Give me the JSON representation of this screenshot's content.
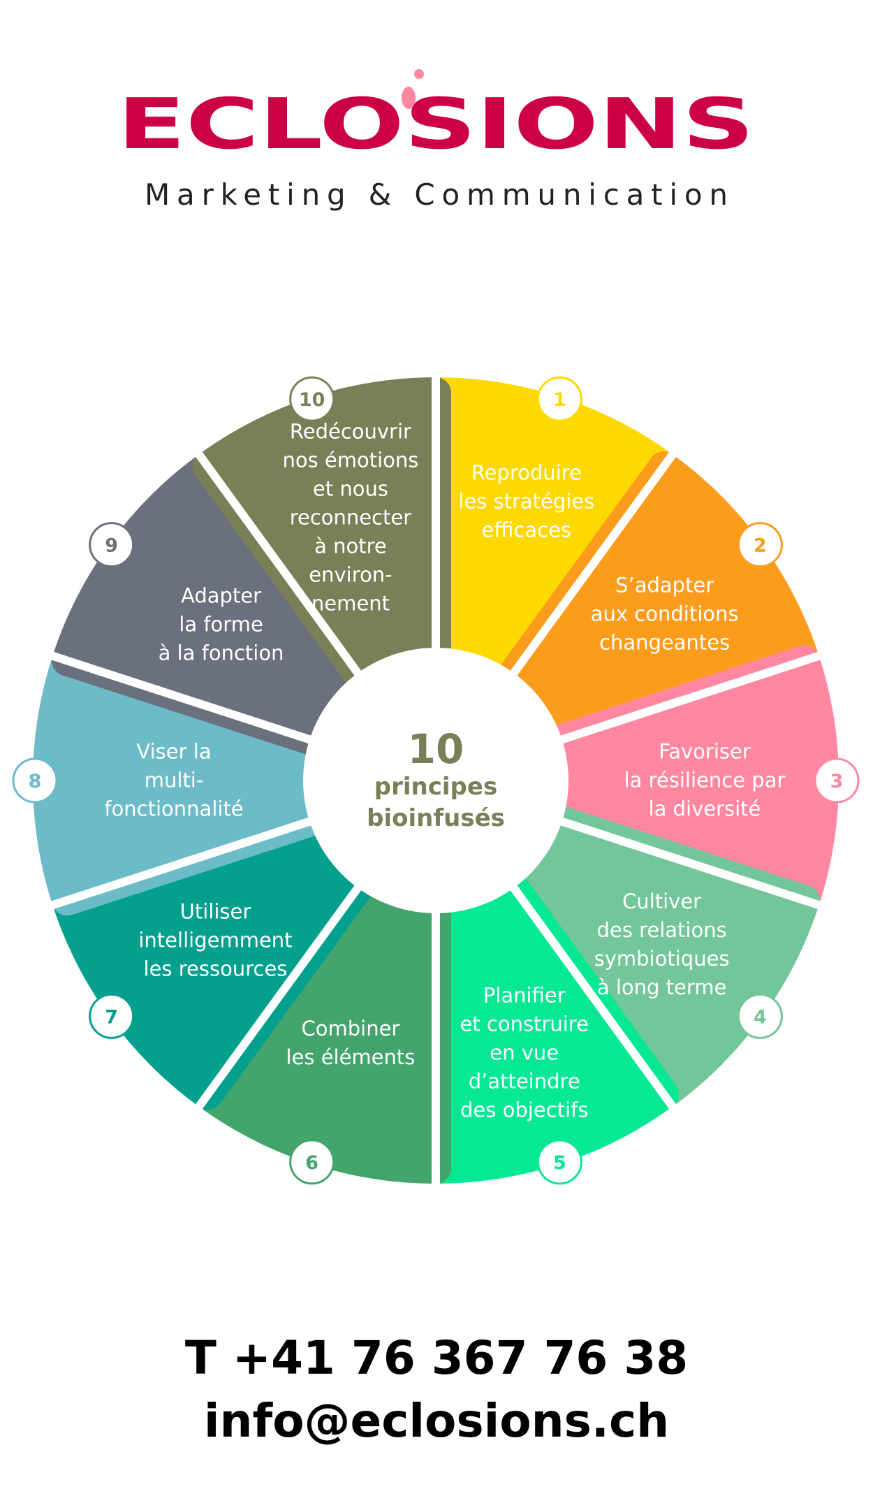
{
  "header": {
    "brand": "ECLOSIONS",
    "tagline": "Marketing & Communication",
    "brand_color": "#CC0044",
    "accent_color": "#FF87A0"
  },
  "center": {
    "number": "10",
    "title_line1": "principes",
    "title_line2": "bioinfusés",
    "color": "#7A7F58"
  },
  "principles": [
    {
      "number": "1",
      "text": "Reproduire\nles stratégies\nefficaces",
      "color": "#FDD900"
    },
    {
      "number": "2",
      "text": "S’adapter\naux conditions\nchangeantes",
      "color": "#FC9C1C"
    },
    {
      "number": "3",
      "text": "Favoriser\nla résilience par\nla diversité",
      "color": "#FF87A0"
    },
    {
      "number": "4",
      "text": "Cultiver\ndes relations\nsymbiotiques\nà long terme",
      "color": "#72C69A"
    },
    {
      "number": "5",
      "text": "Planifier\net construire\nen vue\nd’atteindre\ndes objectifs",
      "color": "#06E893"
    },
    {
      "number": "6",
      "text": "Combiner\nles éléments",
      "color": "#43A46C"
    },
    {
      "number": "7",
      "text": "Utiliser\nintelligemment\nles ressources",
      "color": "#03A08D"
    },
    {
      "number": "8",
      "text": "Viser la\nmulti-\nfonctionnalité",
      "color": "#6BBBC8"
    },
    {
      "number": "9",
      "text": "Adapter\nla forme\nà la fonction",
      "color": "#6A707D"
    },
    {
      "number": "10",
      "text": "Redécouvrir\nnos émotions\net nous\nreconnecter\nà notre\nenviron-\nnement",
      "color": "#7A7F58"
    }
  ],
  "contact": {
    "phone": "T +41 76 367 76 38",
    "email": "info@eclosions.ch"
  }
}
